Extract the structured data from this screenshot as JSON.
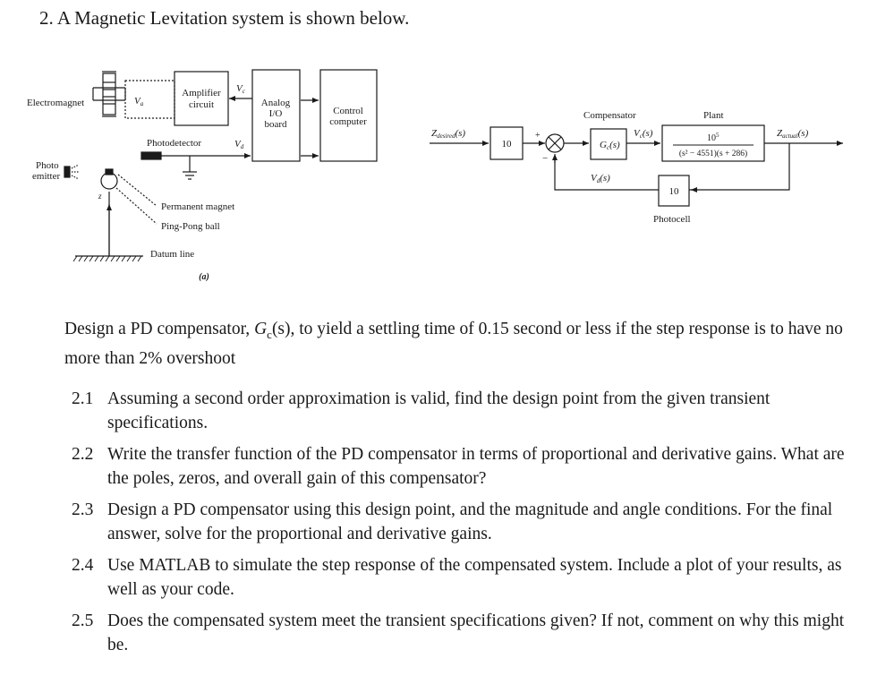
{
  "question": {
    "heading": "2. A Magnetic Levitation system is shown below.",
    "intro_lead": "Design a PD compensator, ",
    "intro_symbol": "G",
    "intro_symbol_sub": "c",
    "intro_arg": "(s)",
    "intro_rest": ", to yield a settling time of 0.15 second or less if the step response is to have no more than 2% overshoot"
  },
  "figure_a": {
    "electromagnet": "Electromagnet",
    "va": "V",
    "va_sub": "a",
    "amplifier_line1": "Amplifier",
    "amplifier_line2": "circuit",
    "vc": "V",
    "vc_sub": "c",
    "analog_line1": "Analog",
    "analog_line2": "I/O",
    "analog_line3": "board",
    "control_line1": "Control",
    "control_line2": "computer",
    "photodetector": "Photodetector",
    "vd": "V",
    "vd_sub": "d",
    "photo_line1": "Photo",
    "photo_line2": "emitter",
    "z_axis": "z",
    "permanent_magnet": "Permanent magnet",
    "ping_pong": "Ping-Pong ball",
    "datum": "Datum line",
    "caption": "(a)"
  },
  "figure_b": {
    "z_desired": "Z",
    "z_desired_sub": "desired",
    "z_desired_arg": "(s)",
    "gain_in": "10",
    "plus": "+",
    "minus": "−",
    "compensator": "Compensator",
    "gc": "G",
    "gc_sub": "c",
    "gc_arg": "(s)",
    "vc": "V",
    "vc_sub": "c",
    "vc_arg": "(s)",
    "plant": "Plant",
    "plant_num": "10",
    "plant_num_exp": "5",
    "plant_den": "(s² − 4551)(s + 286)",
    "z_actual": "Z",
    "z_actual_sub": "actual",
    "z_actual_arg": "(s)",
    "vd": "V",
    "vd_sub": "d",
    "vd_arg": "(s)",
    "gain_fb": "10",
    "photocell": "Photocell"
  },
  "subquestions": [
    {
      "num": "2.1",
      "text": "Assuming a second order approximation is valid, find the design point from the given transient specifications."
    },
    {
      "num": "2.2",
      "text": "Write the transfer function of the PD compensator in terms of proportional and derivative gains. What are the poles, zeros, and overall gain of this compensator?"
    },
    {
      "num": "2.3",
      "text": "Design a PD compensator using this design point, and the magnitude and angle conditions. For the final answer, solve for the proportional and derivative gains."
    },
    {
      "num": "2.4",
      "text": "Use MATLAB to simulate the step response of the compensated system. Include a plot of your results, as well as your code."
    },
    {
      "num": "2.5",
      "text": "Does the compensated system meet the transient specifications given? If not, comment on why this might be."
    }
  ]
}
